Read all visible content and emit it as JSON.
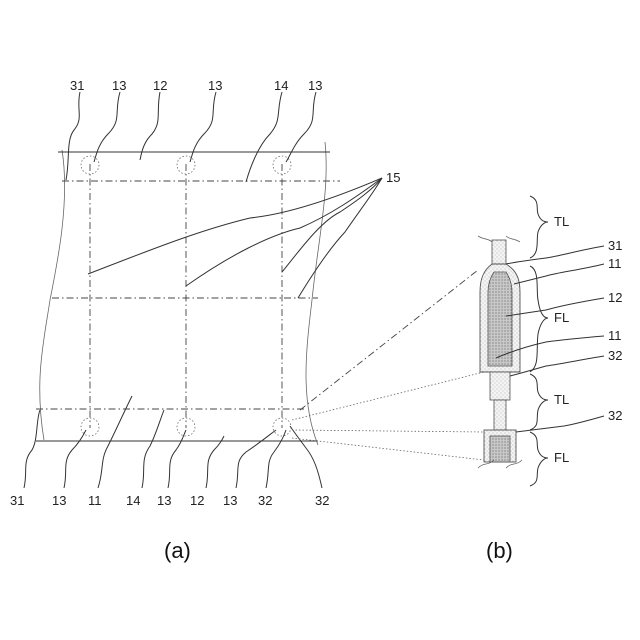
{
  "panel_a": {
    "caption": "(a)",
    "top_labels": [
      "31",
      "13",
      "12",
      "13",
      "14",
      "13"
    ],
    "callout_15": "15",
    "bottom_labels": [
      "31",
      "13",
      "11",
      "14",
      "13",
      "12",
      "13",
      "32",
      "32"
    ]
  },
  "panel_b": {
    "caption": "(b)",
    "right_labels": [
      "TL",
      "31",
      "11",
      "12",
      "FL",
      "11",
      "32",
      "TL",
      "32",
      "FL"
    ]
  }
}
